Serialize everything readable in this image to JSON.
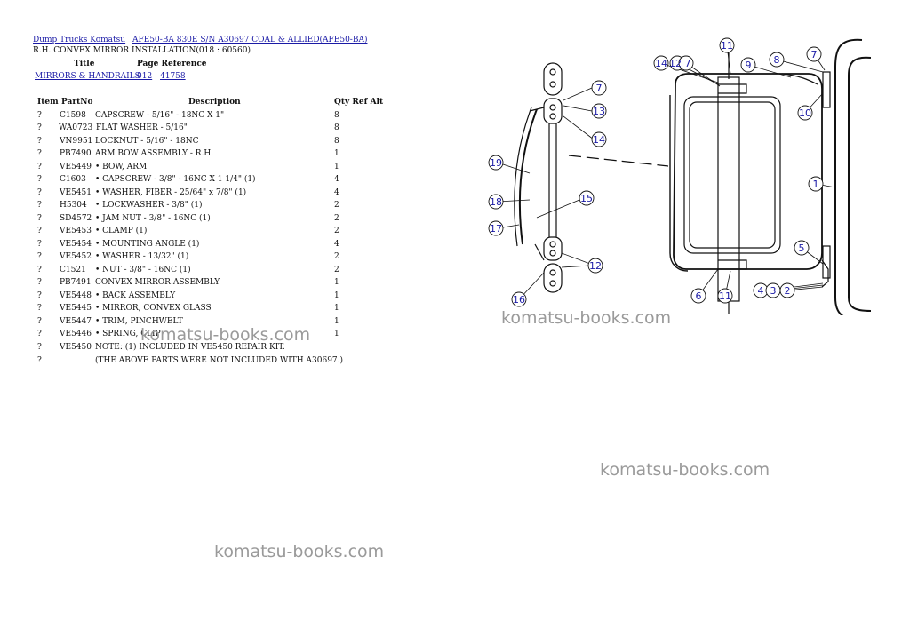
{
  "breadcrumb": {
    "link1": "Dump Trucks Komatsu",
    "link2": "AFE50-BA 830E S/N A30697 COAL & ALLIED(AFE50-BA)"
  },
  "subtitle": "R.H. CONVEX MIRROR INSTALLATION(018 : 60560)",
  "ref_header": {
    "title": "Title",
    "page_ref": "Page Reference"
  },
  "ref_row": {
    "title": "MIRRORS & HANDRAILS",
    "ref1": "012",
    "ref2": "41758"
  },
  "table_header": {
    "item": "Item",
    "partno": "PartNo",
    "description": "Description",
    "qty": "Qty Ref Alt"
  },
  "rows": [
    {
      "item": "?",
      "part": "C1598",
      "desc": "CAPSCREW - 5/16\" - 18NC X 1\"",
      "qty": "8"
    },
    {
      "item": "?",
      "part": "WA0723",
      "desc": "FLAT WASHER - 5/16\"",
      "qty": "8"
    },
    {
      "item": "?",
      "part": "VN9951",
      "desc": "LOCKNUT - 5/16\" - 18NC",
      "qty": "8"
    },
    {
      "item": "?",
      "part": "PB7490",
      "desc": "ARM BOW ASSEMBLY - R.H.",
      "qty": "1"
    },
    {
      "item": "?",
      "part": "VE5449",
      "desc": "• BOW, ARM",
      "qty": "1"
    },
    {
      "item": "?",
      "part": "C1603",
      "desc": "• CAPSCREW - 3/8\" - 16NC X 1 1/4\" (1)",
      "qty": "4"
    },
    {
      "item": "?",
      "part": "VE5451",
      "desc": "• WASHER, FIBER - 25/64\" x 7/8\" (1)",
      "qty": "4"
    },
    {
      "item": "?",
      "part": "H5304",
      "desc": "• LOCKWASHER - 3/8\" (1)",
      "qty": "2"
    },
    {
      "item": "?",
      "part": "SD4572",
      "desc": "• JAM NUT - 3/8\" - 16NC (1)",
      "qty": "2"
    },
    {
      "item": "?",
      "part": "VE5453",
      "desc": "• CLAMP (1)",
      "qty": "2"
    },
    {
      "item": "?",
      "part": "VE5454",
      "desc": "• MOUNTING ANGLE (1)",
      "qty": "4"
    },
    {
      "item": "?",
      "part": "VE5452",
      "desc": "• WASHER - 13/32\" (1)",
      "qty": "2"
    },
    {
      "item": "?",
      "part": "C1521",
      "desc": "• NUT - 3/8\" - 16NC (1)",
      "qty": "2"
    },
    {
      "item": "?",
      "part": "PB7491",
      "desc": "CONVEX MIRROR ASSEMBLY",
      "qty": "1"
    },
    {
      "item": "?",
      "part": "VE5448",
      "desc": "• BACK ASSEMBLY",
      "qty": "1"
    },
    {
      "item": "?",
      "part": "VE5445",
      "desc": "• MIRROR, CONVEX GLASS",
      "qty": "1"
    },
    {
      "item": "?",
      "part": "VE5447",
      "desc": "• TRIM, PINCHWELT",
      "qty": "1"
    },
    {
      "item": "?",
      "part": "VE5446",
      "desc": "• SPRING, CLIP",
      "qty": "1"
    },
    {
      "item": "?",
      "part": "VE5450",
      "desc": "NOTE: (1) INCLUDED IN VE5450 REPAIR KIT.",
      "qty": ""
    },
    {
      "item": "?",
      "part": "",
      "desc": "(THE ABOVE PARTS WERE NOT INCLUDED WITH A30697.)",
      "qty": ""
    }
  ],
  "watermark": "komatsu-books.com",
  "diagram": {
    "callouts": {
      "c1": "11",
      "c2": "14",
      "c3": "12",
      "c4": "7",
      "c5": "9",
      "c6": "8",
      "c7": "7",
      "c8": "10",
      "c9": "1",
      "c10": "5",
      "c11": "4",
      "c12": "3",
      "c13": "2",
      "c14": "6",
      "c15": "11",
      "c16": "7",
      "c17": "13",
      "c18": "14",
      "c19": "15",
      "c20": "19",
      "c21": "18",
      "c22": "17",
      "c23": "12",
      "c24": "16"
    }
  }
}
